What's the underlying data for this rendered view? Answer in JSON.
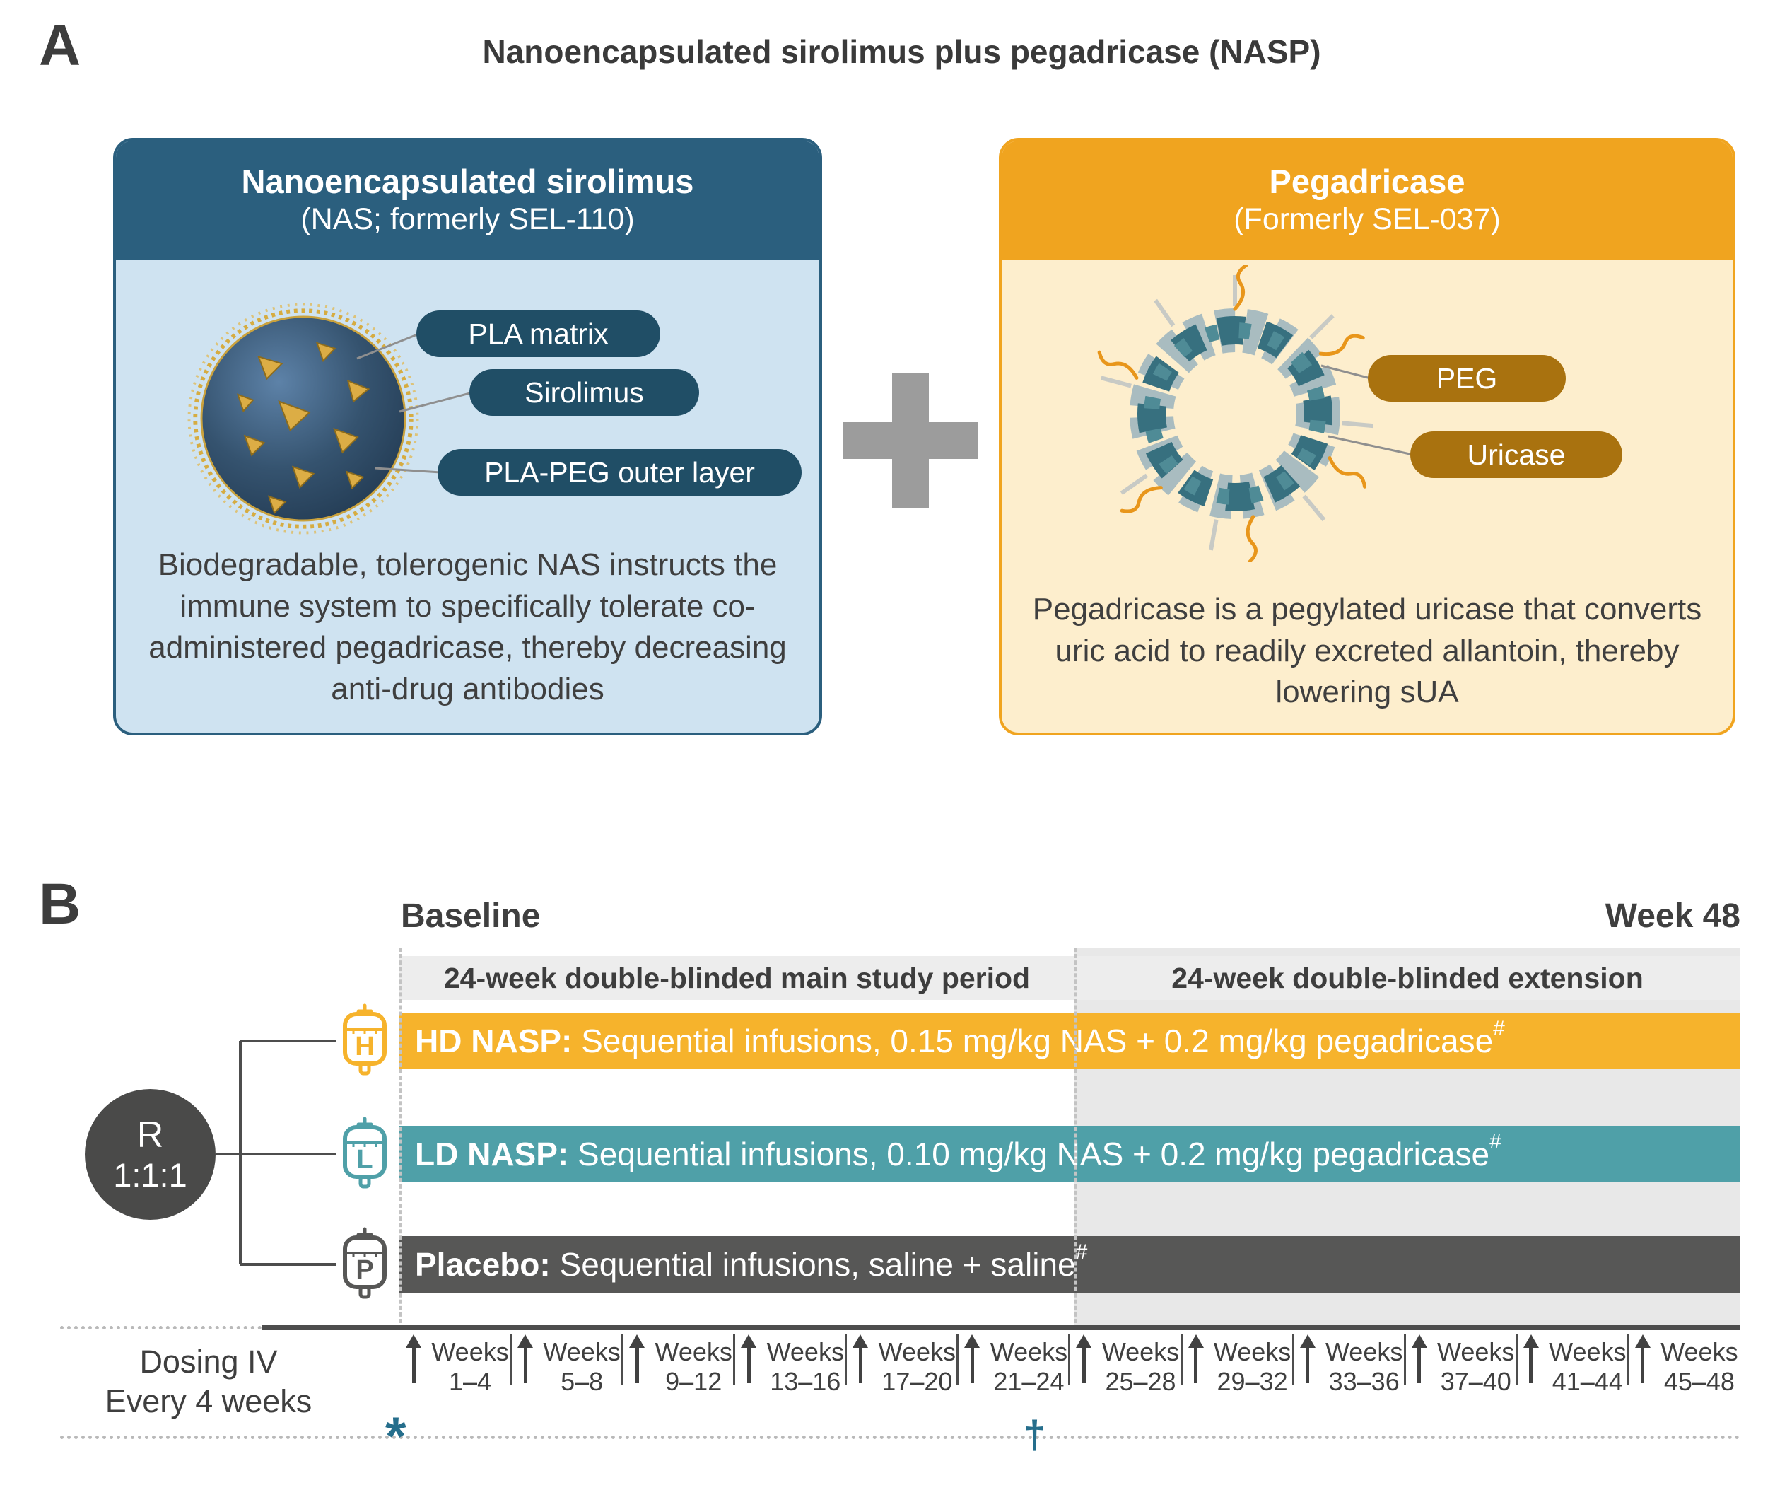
{
  "panelA": {
    "label": "A",
    "title": "Nanoencapsulated sirolimus plus pegadricase (NASP)",
    "nas_box": {
      "title_line1": "Nanoencapsulated sirolimus",
      "title_line2": "(NAS; formerly SEL-110)",
      "callouts": [
        "PLA matrix",
        "Sirolimus",
        "PLA-PEG outer layer"
      ],
      "description": "Biodegradable, tolerogenic NAS instructs the immune system to specifically tolerate co-administered pegadricase, thereby decreasing anti-drug antibodies",
      "header_color": "#2B5F7E",
      "body_color": "#CFE3F1"
    },
    "plus_sign": "+",
    "peg_box": {
      "title_line1": "Pegadricase",
      "title_line2": "(Formerly SEL-037)",
      "callouts": [
        "PEG",
        "Uricase"
      ],
      "description": "Pegadricase is a pegylated uricase that converts uric acid to readily excreted allantoin, thereby lowering sUA",
      "header_color": "#F0A41F",
      "body_color": "#FDEECD"
    }
  },
  "panelB": {
    "label": "B",
    "baseline": "Baseline",
    "week48": "Week 48",
    "periods": [
      "24-week double-blinded main study period",
      "24-week double-blinded extension"
    ],
    "randomization": {
      "letter": "R",
      "ratio": "1:1:1"
    },
    "arms": [
      {
        "bag_letter": "H",
        "name": "HD NASP:",
        "regimen": " Sequential infusions, 0.15 mg/kg NAS + 0.2 mg/kg pegadricase",
        "footnote": "#",
        "color": "#F6B32C"
      },
      {
        "bag_letter": "L",
        "name": "LD NASP:",
        "regimen": " Sequential infusions, 0.10 mg/kg NAS + 0.2 mg/kg pegadricase",
        "footnote": "#",
        "color": "#4FA0A8"
      },
      {
        "bag_letter": "P",
        "name": "Placebo:",
        "regimen": " Sequential infusions, saline + saline",
        "footnote": "#",
        "color": "#575756"
      }
    ],
    "dosing": {
      "line1": "Dosing IV",
      "line2": "Every 4 weeks"
    },
    "dose_windows": [
      {
        "label": "Weeks",
        "range": "1–4"
      },
      {
        "label": "Weeks",
        "range": "5–8"
      },
      {
        "label": "Weeks",
        "range": "9–12"
      },
      {
        "label": "Weeks",
        "range": "13–16"
      },
      {
        "label": "Weeks",
        "range": "17–20"
      },
      {
        "label": "Weeks",
        "range": "21–24"
      },
      {
        "label": "Weeks",
        "range": "25–28"
      },
      {
        "label": "Weeks",
        "range": "29–32"
      },
      {
        "label": "Weeks",
        "range": "33–36"
      },
      {
        "label": "Weeks",
        "range": "37–40"
      },
      {
        "label": "Weeks",
        "range": "41–44"
      },
      {
        "label": "Weeks",
        "range": "45–48"
      }
    ],
    "asterisk": "*",
    "dagger": "†"
  },
  "colors": {
    "plus_gray": "#9C9C9C",
    "axis_gray": "#4D4D4D",
    "symbol_teal": "#256E8C",
    "nas_pill": "#204E66",
    "peg_pill": "#A9720F",
    "randomization_circle": "#4A4A49"
  }
}
